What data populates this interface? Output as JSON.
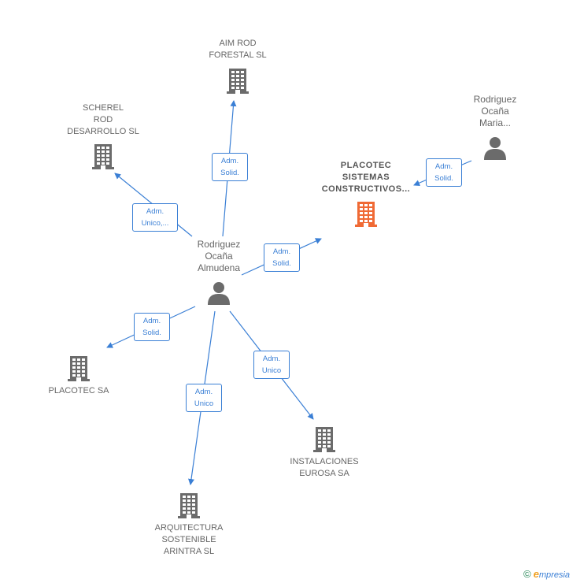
{
  "colors": {
    "edge": "#3a7fd5",
    "company_icon": "#6b6b6b",
    "focus_icon": "#f06a35",
    "person_icon": "#6b6b6b"
  },
  "nodes": [
    {
      "id": "aim",
      "type": "company",
      "label": "AIM ROD\nFORESTAL SL"
    },
    {
      "id": "scherel",
      "type": "company",
      "label": "SCHEREL\nROD\nDESARROLLO SL"
    },
    {
      "id": "placotec_sc",
      "type": "focus",
      "label": "PLACOTEC\nSISTEMAS\nCONSTRUCTIVOS..."
    },
    {
      "id": "maria",
      "type": "person",
      "label": "Rodriguez\nOcaña\nMaria..."
    },
    {
      "id": "almudena",
      "type": "person",
      "label": "Rodriguez\nOcaña\nAlmudena"
    },
    {
      "id": "placotec_sa",
      "type": "company",
      "label": "PLACOTEC SA"
    },
    {
      "id": "instalaciones",
      "type": "company",
      "label": "INSTALACIONES\nEUROSA SA"
    },
    {
      "id": "arquitectura",
      "type": "company",
      "label": "ARQUITECTURA\nSOSTENIBLE\nARINTRA  SL"
    }
  ],
  "edges": [
    {
      "from": "almudena",
      "to": "aim",
      "label": "Adm.\nSolid."
    },
    {
      "from": "almudena",
      "to": "scherel",
      "label": "Adm.\nUnico,..."
    },
    {
      "from": "almudena",
      "to": "placotec_sc",
      "label": "Adm.\nSolid."
    },
    {
      "from": "maria",
      "to": "placotec_sc",
      "label": "Adm.\nSolid."
    },
    {
      "from": "almudena",
      "to": "placotec_sa",
      "label": "Adm.\nSolid."
    },
    {
      "from": "almudena",
      "to": "instalaciones",
      "label": "Adm.\nUnico"
    },
    {
      "from": "almudena",
      "to": "arquitectura",
      "label": "Adm.\nUnico"
    }
  ],
  "footer": {
    "copyright": "©",
    "brand_initial": "e",
    "brand_rest": "mpresia"
  }
}
